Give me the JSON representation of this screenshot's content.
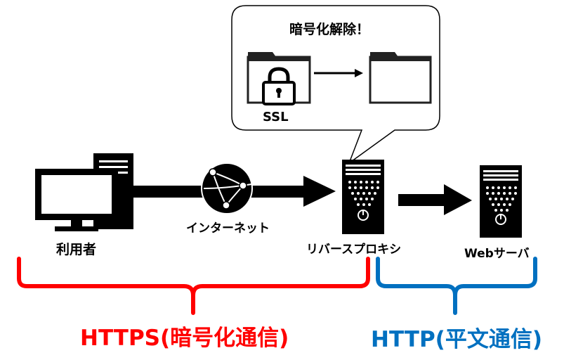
{
  "bubble": {
    "title": "暗号化解除！",
    "lock_label": "SSL"
  },
  "nodes": {
    "user": "利用者",
    "internet": "インターネット",
    "reverse_proxy": "リバースプロキシ",
    "web_server": "Webサーバ"
  },
  "segments": {
    "https": {
      "label": "HTTPS(暗号化通信)",
      "color": "#ff0000"
    },
    "http": {
      "label": "HTTP(平文通信)",
      "color": "#0070c0"
    }
  }
}
